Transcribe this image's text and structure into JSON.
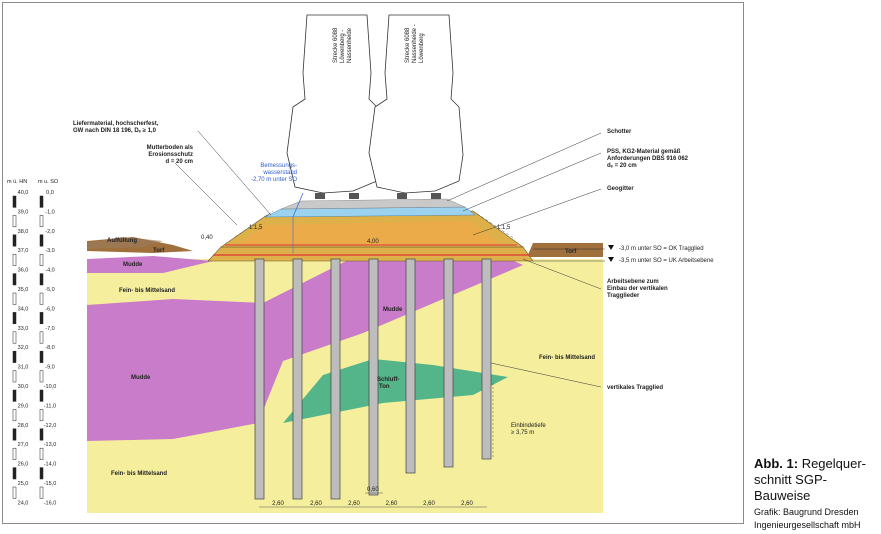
{
  "figure": {
    "caption_prefix": "Abb. 1:",
    "caption_title_line1": "Regelquer-",
    "caption_title_line2": "schnitt SGP-Bauweise",
    "credit_line1": "Grafik: Baugrund Dresden",
    "credit_line2": "Ingenieurgesellschaft mbH"
  },
  "axes": {
    "left_header": "m ü. HN",
    "right_header": "m u. SO",
    "hn_values": [
      "40,0",
      "39,0",
      "38,0",
      "37,0",
      "36,0",
      "35,0",
      "34,0",
      "33,0",
      "32,0",
      "31,0",
      "30,0",
      "29,0",
      "28,0",
      "27,0",
      "26,0",
      "25,0",
      "24,0"
    ],
    "so_values": [
      "0,0",
      "-1,0",
      "-2,0",
      "-3,0",
      "-4,0",
      "-5,0",
      "-6,0",
      "-7,0",
      "-8,0",
      "-9,0",
      "-10,0",
      "-11,0",
      "-12,0",
      "-13,0",
      "-14,0",
      "-15,0",
      "-16,0"
    ]
  },
  "trains": [
    {
      "line1": "Strecke 6088",
      "line2": "Löwenberg -",
      "line3": "Nassenheide"
    },
    {
      "line1": "Strecke 6088",
      "line2": "Nassenheide -",
      "line3": "Löwenberg"
    }
  ],
  "labels": {
    "liefermaterial": [
      "Liefermaterial, hochscherfest,",
      "GW nach DIN 18 196, Dₑ ≥ 1,0"
    ],
    "mutterboden": [
      "Mutterboden als",
      "Erosionsschutz",
      "d = 20 cm"
    ],
    "bemessung": [
      "Bemessungs-",
      "wasserstand",
      "-2,70 m unter SO"
    ],
    "schotter": "Schotter",
    "pss": [
      "PSS, KG2-Material gemäß",
      "Anforderungen DBS 916 062",
      "dₑ = 20 cm"
    ],
    "geogitter": "Geogitter",
    "okt": "-3,0 m unter SO = OK Tragglied",
    "ukt": "-3,5 m unter SO = UK Arbeitsebene",
    "arbeitsebene": [
      "Arbeitsebene zum",
      "Einbau der vertikalen",
      "Tragglieder"
    ],
    "vertikal": "vertikales Tragglied",
    "aufuellung": "Auffüllung",
    "torf_left": "Torf",
    "torf_right": "Torf",
    "mudde_small": "Mudde",
    "mudde_left": "Mudde",
    "mudde_center": "Mudde",
    "fein_upper_left": "Fein- bis Mittelsand",
    "fein_right": "Fein- bis Mittelsand",
    "fein_bottom": "Fein- bis Mittelsand",
    "schluff": [
      "Schluff-",
      "Ton"
    ],
    "einbindetiefe": [
      "Einbindetiefe",
      "≥ 3,75 m"
    ],
    "slope_left": "1:1,5",
    "slope_right": "1:1,5",
    "dim_040": "0,40",
    "dim_400": "4,00",
    "dim_060": "0,60"
  },
  "spacings": [
    "2,60",
    "2,60",
    "2,60",
    "2,60",
    "2,60",
    "2,60"
  ],
  "colors": {
    "sand": "#f5ee9d",
    "mudde": "#c97cc9",
    "torf": "#a0703c",
    "schluff": "#55b58a",
    "embankment": "#ddb04a",
    "gravel": "#f0a94a",
    "pss_blue": "#9bd2ef",
    "pile": "#bdbdbd",
    "geogrid": "#e03535",
    "water": "#3d6fd6"
  }
}
